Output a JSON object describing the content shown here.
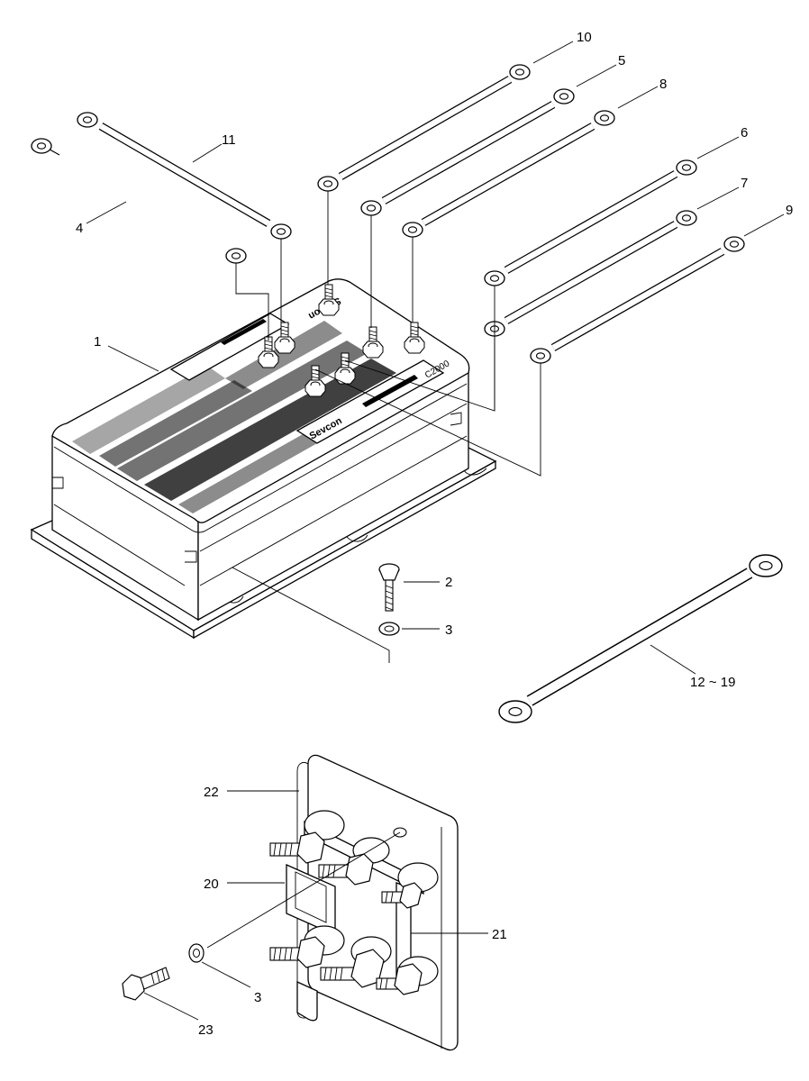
{
  "diagram": {
    "callouts": {
      "c1": "1",
      "c2": "2",
      "c3a": "3",
      "c3b": "3",
      "c4": "4",
      "c5": "5",
      "c6": "6",
      "c7": "7",
      "c8": "8",
      "c9": "9",
      "c10": "10",
      "c11": "11",
      "c12_19": "12 ~ 19",
      "c20": "20",
      "c21": "21",
      "c22": "22",
      "c23": "23"
    },
    "controller": {
      "brand": "Sevcon",
      "model": "C2000"
    }
  }
}
